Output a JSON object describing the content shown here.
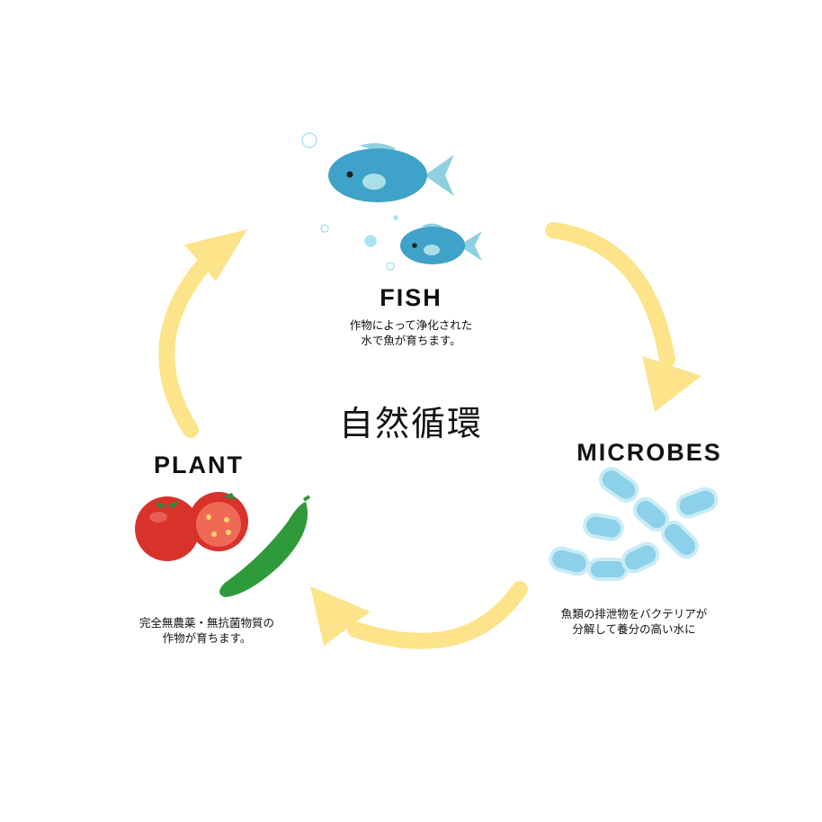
{
  "center_title": "自然循環",
  "nodes": {
    "fish": {
      "label": "FISH",
      "desc_lines": [
        "作物によって浄化された",
        "水で魚が育ちます。"
      ]
    },
    "microbes": {
      "label": "MICROBES",
      "desc_lines": [
        "魚類の排泄物をバクテリアが",
        "分解して養分の高い水に"
      ]
    },
    "plant": {
      "label": "PLANT",
      "desc_lines": [
        "完全無農薬・無抗菌物質の",
        "作物が育ちます。"
      ]
    }
  },
  "colors": {
    "arrow": "#fde48a",
    "fish": "#3fa2c8",
    "microbe": "#8dd0ea",
    "tomato": "#d8322b",
    "cucumber": "#2f9a3a"
  }
}
